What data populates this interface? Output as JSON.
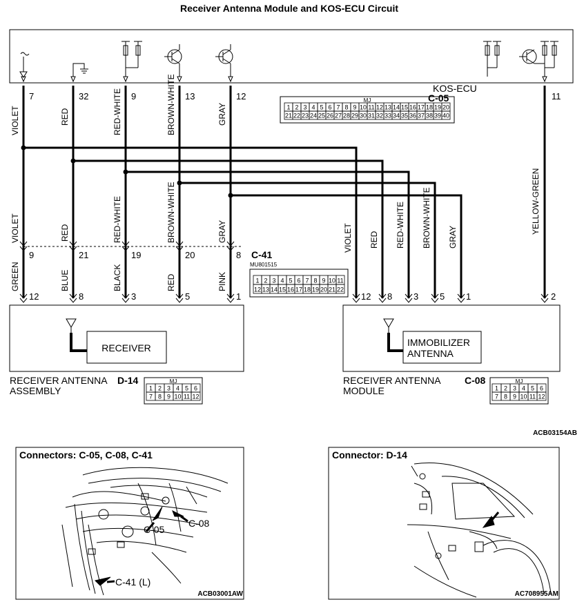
{
  "title": "Receiver Antenna  Module and KOS-ECU Circuit",
  "ecu": {
    "name": "KOS-ECU",
    "connector": "C-05",
    "pins": [
      {
        "pin": "7",
        "wire": "VIOLET"
      },
      {
        "pin": "32",
        "wire": "RED"
      },
      {
        "pin": "9",
        "wire": "RED-WHITE"
      },
      {
        "pin": "13",
        "wire": "BROWN-WHITE"
      },
      {
        "pin": "12",
        "wire": "GRAY"
      },
      {
        "pin": "11",
        "wire": "YELLOW-GREEN"
      }
    ],
    "connector_code": "MJ",
    "row1": [
      "1",
      "2",
      "3",
      "4",
      "5",
      "6",
      "7",
      "8",
      "9",
      "10",
      "11",
      "12",
      "13",
      "14",
      "15",
      "16",
      "17",
      "18",
      "19",
      "20"
    ],
    "row2": [
      "21",
      "22",
      "23",
      "24",
      "25",
      "26",
      "27",
      "28",
      "29",
      "30",
      "31",
      "32",
      "33",
      "34",
      "35",
      "36",
      "37",
      "38",
      "39",
      "40"
    ]
  },
  "joint": {
    "connector": "C-41",
    "part_no": "MU801515",
    "upper_pins": [
      {
        "pin": "9",
        "wire": "VIOLET"
      },
      {
        "pin": "21",
        "wire": "RED"
      },
      {
        "pin": "19",
        "wire": "RED-WHITE"
      },
      {
        "pin": "20",
        "wire": "BROWN-WHITE"
      },
      {
        "pin": "8",
        "wire": "GRAY"
      }
    ],
    "lower_pins": [
      {
        "pin": "12",
        "wire": "GREEN"
      },
      {
        "pin": "8",
        "wire": "BLUE"
      },
      {
        "pin": "3",
        "wire": "BLACK"
      },
      {
        "pin": "5",
        "wire": "RED"
      },
      {
        "pin": "1",
        "wire": "PINK"
      }
    ],
    "row1": [
      "1",
      "2",
      "3",
      "4",
      "5",
      "6",
      "7",
      "8",
      "9",
      "10",
      "11"
    ],
    "row2": [
      "12",
      "13",
      "14",
      "15",
      "16",
      "17",
      "18",
      "19",
      "20",
      "21",
      "22"
    ]
  },
  "module": {
    "wires": [
      "VIOLET",
      "RED",
      "RED-WHITE",
      "BROWN-WHITE",
      "GRAY",
      "YELLOW-GREEN"
    ],
    "pins": [
      "12",
      "8",
      "3",
      "5",
      "1",
      "2"
    ]
  },
  "left_box": {
    "inner": "RECEIVER",
    "label_line1": "RECEIVER ANTENNA",
    "label_line2": "ASSEMBLY",
    "connector": "D-14"
  },
  "right_box": {
    "inner_line1": "IMMOBILIZER",
    "inner_line2": "ANTENNA",
    "label_line1": "RECEIVER ANTENNA",
    "label_line2": "MODULE",
    "connector": "C-08"
  },
  "small_connector": {
    "code": "MJ",
    "row1": [
      "1",
      "2",
      "3",
      "4",
      "5",
      "6"
    ],
    "row2": [
      "7",
      "8",
      "9",
      "10",
      "11",
      "12"
    ]
  },
  "figure_code": "ACB03154AB",
  "photo_left": {
    "title": "Connectors: C-05, C-08, C-41",
    "callouts": [
      "C-05",
      "C-08",
      "C-41 (L)"
    ],
    "code": "ACB03001AW"
  },
  "photo_right": {
    "title": "Connector: D-14",
    "code": "AC708955AM"
  }
}
